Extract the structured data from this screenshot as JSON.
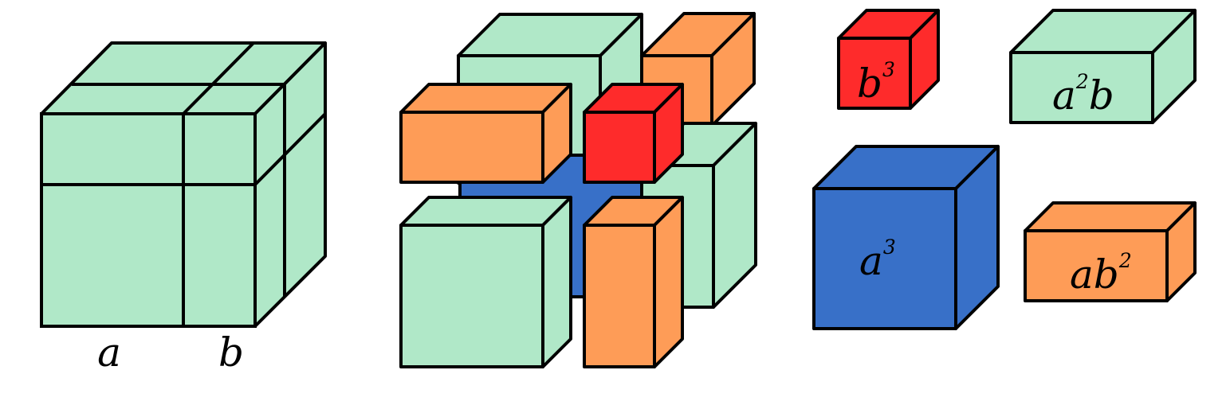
{
  "colors": {
    "green": "#b0e8c8",
    "orange": "#fe9c57",
    "red": "#fe2b2b",
    "blue": "#3870c8",
    "stroke": "#000000"
  },
  "assembled_cube": {
    "edge_labels": [
      "a",
      "b"
    ]
  },
  "legend_pieces": [
    {
      "term": "b",
      "exponent": "3",
      "color": "red"
    },
    {
      "term": "a",
      "exponent": "2",
      "suffix": "b",
      "color": "green"
    },
    {
      "term": "a",
      "exponent": "3",
      "color": "blue"
    },
    {
      "term": "ab",
      "exponent": "2",
      "color": "orange"
    }
  ]
}
